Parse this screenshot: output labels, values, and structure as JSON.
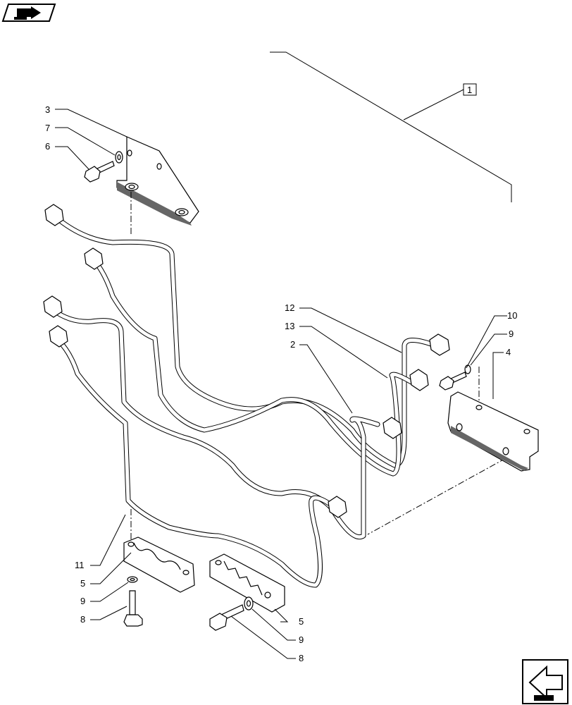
{
  "callouts": {
    "assembly": "1",
    "c2": "2",
    "c3": "3",
    "c4": "4",
    "c5a": "5",
    "c5b": "5",
    "c6": "6",
    "c7": "7",
    "c8a": "8",
    "c8b": "8",
    "c9a": "9",
    "c9b": "9",
    "c9c": "9",
    "c10": "10",
    "c11": "11",
    "c12": "12",
    "c13": "13"
  },
  "icons": {
    "top_left": "previous-page-arrow-icon",
    "bottom_right": "next-page-arrow-icon"
  }
}
